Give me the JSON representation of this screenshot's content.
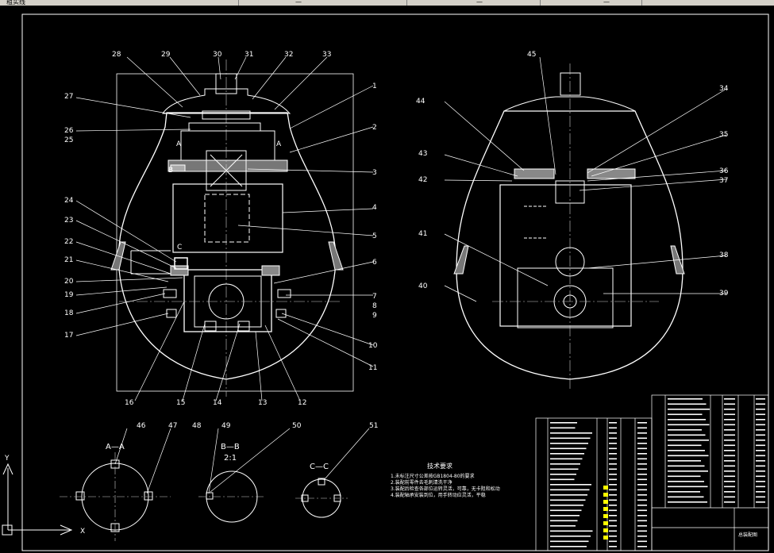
{
  "toolbar": {
    "layer_name": "粗实线",
    "items": [
      "—",
      "—",
      "—"
    ]
  },
  "views": {
    "front_labels": [
      "1",
      "2",
      "3",
      "4",
      "5",
      "6",
      "7",
      "8",
      "9",
      "10",
      "11",
      "12",
      "13",
      "14",
      "15",
      "16",
      "17",
      "18",
      "19",
      "20",
      "21",
      "22",
      "23",
      "24",
      "25",
      "26",
      "27",
      "28",
      "29",
      "30",
      "31",
      "32",
      "33"
    ],
    "side_labels": [
      "34",
      "35",
      "36",
      "37",
      "38",
      "39",
      "40",
      "41",
      "42",
      "43",
      "44",
      "45"
    ],
    "section_marks": {
      "a_left": "A",
      "a_right": "A",
      "b": "B",
      "c": "C"
    }
  },
  "details": {
    "item_46": "46",
    "item_47": "47",
    "item_48": "48",
    "item_49": "49",
    "item_50": "50",
    "item_51": "51",
    "section_aa": "A—A",
    "section_bb": "B—B",
    "scale_bb": "2:1",
    "section_cc": "C—C"
  },
  "tech_requirements": {
    "title": "技术要求",
    "lines": [
      "1.未标注尺寸公差按GB1804-80的要求",
      "2.装配前零件去毛刺清洗干净",
      "3.装配后检查各部位运转灵活，可靠，无卡阻和松动",
      "4.装配轴承安装到位，用手转动应灵活，平稳"
    ]
  },
  "title_block": {
    "drawing_name": "总装配图"
  },
  "ucs": {
    "y": "Y",
    "x": "X"
  }
}
